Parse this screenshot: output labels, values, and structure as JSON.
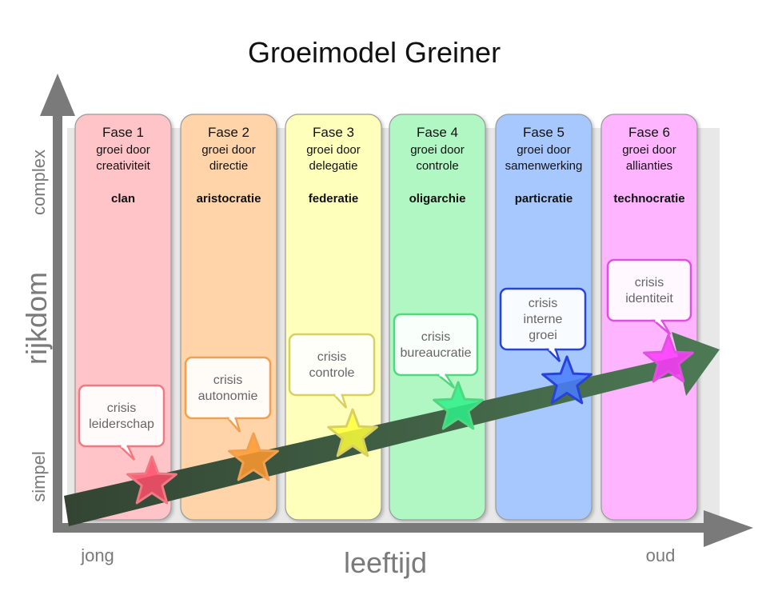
{
  "title": "Groeimodel Greiner",
  "y_axis": {
    "label": "rijkdom",
    "top": "complex",
    "bottom": "simpel"
  },
  "x_axis": {
    "label": "leeftijd",
    "left": "jong",
    "right": "oud"
  },
  "phases": [
    {
      "phase": "Fase 1",
      "growth": [
        "groei door",
        "creativiteit"
      ],
      "structure": "clan",
      "crisis": [
        "crisis",
        "leiderschap"
      ],
      "fill": "#ffc4c8",
      "stroke": "#ee7a82",
      "star": "#ff4d6b"
    },
    {
      "phase": "Fase 2",
      "growth": [
        "groei door",
        "directie"
      ],
      "structure": "aristocratie",
      "crisis": [
        "crisis",
        "autonomie"
      ],
      "fill": "#ffd4a8",
      "stroke": "#f0a050",
      "star": "#ff9a2e"
    },
    {
      "phase": "Fase 3",
      "growth": [
        "groei door",
        "delegatie"
      ],
      "structure": "federatie",
      "crisis": [
        "crisis",
        "controle"
      ],
      "fill": "#ffffbc",
      "stroke": "#d8d060",
      "star": "#ffff3a"
    },
    {
      "phase": "Fase 4",
      "growth": [
        "groei door",
        "controle"
      ],
      "structure": "oligarchie",
      "crisis": [
        "crisis",
        "bureaucratie"
      ],
      "fill": "#b0f7c4",
      "stroke": "#50d880",
      "star": "#2ef08a"
    },
    {
      "phase": "Fase 5",
      "growth": [
        "groei door",
        "samenwerking"
      ],
      "structure": "particratie",
      "crisis": [
        "crisis",
        "interne",
        "groei"
      ],
      "fill": "#a6c8ff",
      "stroke": "#2844d8",
      "star": "#4a7cff"
    },
    {
      "phase": "Fase 6",
      "growth": [
        "groei door",
        "allianties"
      ],
      "structure": "technocratie",
      "crisis": [
        "crisis",
        "identiteit"
      ],
      "fill": "#ffb4ff",
      "stroke": "#e050e0",
      "star": "#ff38ff"
    }
  ]
}
